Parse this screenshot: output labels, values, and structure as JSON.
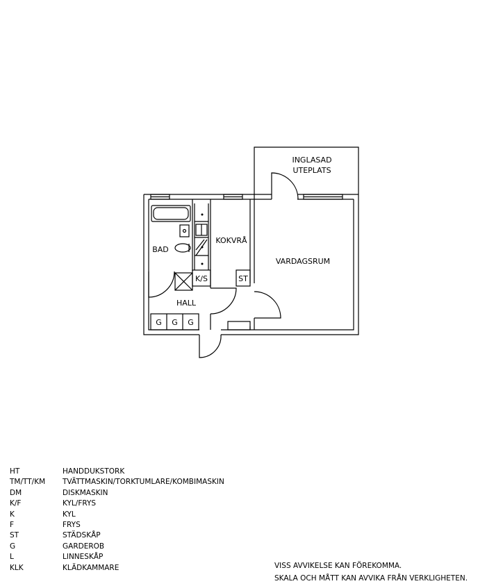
{
  "rooms": {
    "bad": "BAD",
    "hall": "HALL",
    "kokvra": "KOKVRÅ",
    "vardagsrum": "VARDAGSRUM",
    "uteplats_line1": "INGLASAD",
    "uteplats_line2": "UTEPLATS"
  },
  "fixtures": {
    "ks": "K/S",
    "st": "ST",
    "g1": "G",
    "g2": "G",
    "g3": "G"
  },
  "legend": [
    {
      "abbr": "HT",
      "desc": "HANDDUKSTORK"
    },
    {
      "abbr": "TM/TT/KM",
      "desc": "TVÄTTMASKIN/TORKTUMLARE/KOMBIMASKIN"
    },
    {
      "abbr": "DM",
      "desc": "DISKMASKIN"
    },
    {
      "abbr": "K/F",
      "desc": "KYL/FRYS"
    },
    {
      "abbr": "K",
      "desc": "KYL"
    },
    {
      "abbr": "F",
      "desc": "FRYS"
    },
    {
      "abbr": "ST",
      "desc": "STÄDSKÅP"
    },
    {
      "abbr": "G",
      "desc": "GARDEROB"
    },
    {
      "abbr": "L",
      "desc": "LINNESKÅP"
    },
    {
      "abbr": "KLK",
      "desc": "KLÄDKAMMARE"
    }
  ],
  "notes": {
    "line1": "VISS AVVIKELSE KAN FÖREKOMMA.",
    "line2": "SKALA OCH MÅTT KAN AVVIKA FRÅN VERKLIGHETEN."
  }
}
